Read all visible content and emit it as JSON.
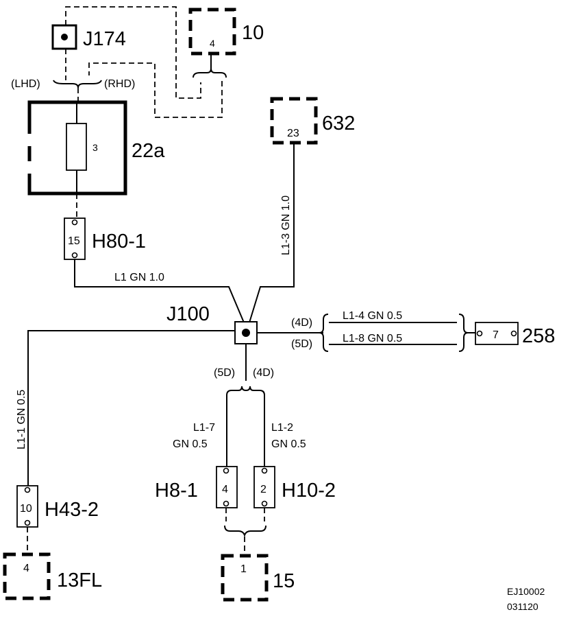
{
  "components": {
    "j174": "J174",
    "c10": "10",
    "c10_pin": "4",
    "lhd": "(LHD)",
    "rhd": "(RHD)",
    "fuse_box": "22a",
    "fuse_pin": "3",
    "c632": "632",
    "c632_pin": "23",
    "h80": "H80-1",
    "h80_pin": "15",
    "j100": "J100",
    "c258": "258",
    "c258_pin": "7",
    "h43": "H43-2",
    "h43_pin": "10",
    "c13fl": "13FL",
    "c13fl_pin": "4",
    "h8": "H8-1",
    "h8_pin": "4",
    "h10": "H10-2",
    "h10_pin": "2",
    "c15": "15",
    "c15_pin": "1"
  },
  "wires": {
    "l1": "L1  GN   1.0",
    "l1_3": "L1-3  GN  1.0",
    "l1_1": "L1-1  GN  0.5",
    "l1_4": "L1-4   GN  0.5",
    "l1_8": "L1-8   GN  0.5",
    "l1_7_top": "L1-7",
    "l1_7_bot": "GN   0.5",
    "l1_2_top": "L1-2",
    "l1_2_bot": "GN   0.5",
    "v4d_right": "(4D)",
    "v5d_right": "(5D)",
    "v5d_down": "(5D)",
    "v4d_down": "(4D)"
  },
  "footer": {
    "code": "EJ10002",
    "date": "031120"
  }
}
